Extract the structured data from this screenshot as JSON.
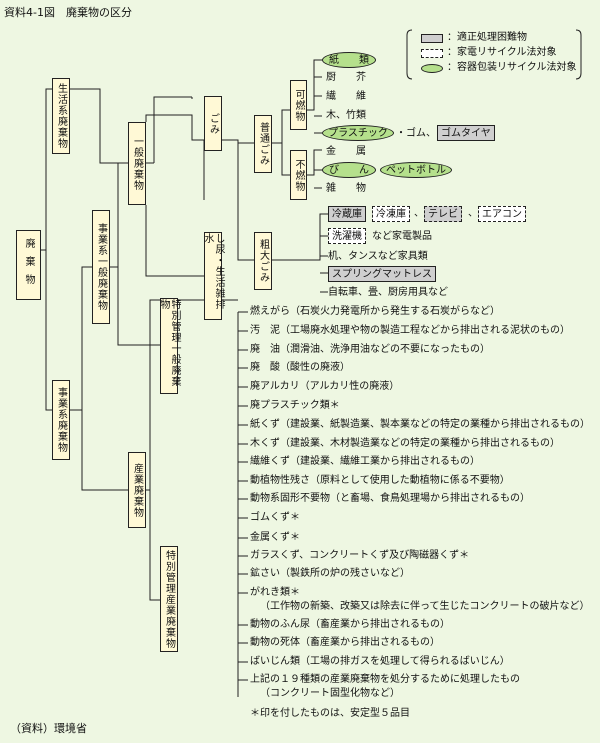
{
  "title": "資料4-1図　廃棄物の区分",
  "source": "（資料）環境省",
  "legend": {
    "gray": "：適正処理困難物",
    "dashed": "：家電リサイクル法対象",
    "oval": "：容器包装リサイクル法対象"
  },
  "boxes": {
    "haikibutsu": "廃棄物",
    "seikatsu": "生活系廃棄物",
    "jigyokei_ippan": "事業系一般廃棄物",
    "jigyokei": "事業系廃棄物",
    "ippan": "一般廃棄物",
    "tokubetsu_ippan": "特別管理一般廃棄物",
    "sangyo": "産業廃棄物",
    "tokubetsu_sangyo": "特別管理産業廃棄物",
    "gomi": "ごみ",
    "shinyo": "し尿・生活雑排水",
    "futsu": "普通ごみ",
    "sodai": "粗大ごみ",
    "kanen": "可燃物",
    "funen": "不燃物"
  },
  "kanen_items": {
    "kami": "紙　　類",
    "chukai": "厨　　芥",
    "seni": "繊　　維",
    "ki": "木、竹類",
    "plastic": "プラスチック",
    "gomu": "・ゴム、",
    "tire": "ゴムタイヤ"
  },
  "funen_items": {
    "kinzoku": "金　　属",
    "bin": "び　　ん",
    "pet": "ペットボトル",
    "zatsu": "雑　　物"
  },
  "sodai_items": {
    "reizou": "冷蔵庫",
    "reitou": "冷凍庫",
    "comma": "、",
    "tv": "テレビ",
    "comma2": "、",
    "aircon": "エアコン",
    "sentaku": "洗濯機",
    "kaden": "など家電製品",
    "tsukue": "机、タンスなど家具類",
    "spring": "スプリングマットレス",
    "jitensha": "自転車、畳、厨房用具など"
  },
  "industrial": [
    "燃えがら（石炭火力発電所から発生する石炭がらなど）",
    "汚　泥（工場廃水処理や物の製造工程などから排出される泥状のもの）",
    "廃　油（潤滑油、洗浄用油などの不要になったもの）",
    "廃　酸（酸性の廃液）",
    "廃アルカリ（アルカリ性の廃液）",
    "廃プラスチック類＊",
    "紙くず（建設業、紙製造業、製本業などの特定の業種から排出されるもの）",
    "木くず（建設業、木材製造業などの特定の業種から排出されるもの）",
    "繊維くず（建設業、繊維工業から排出されるもの）",
    "動植物性残さ（原料として使用した動植物に係る不要物）",
    "動物系固形不要物（と畜場、食鳥処理場から排出されるもの）",
    "ゴムくず＊",
    "金属くず＊",
    "ガラスくず、コンクリートくず及び陶磁器くず＊",
    "鉱さい（製鉄所の炉の残さいなど）",
    "がれき類＊",
    "動物のふん尿（畜産業から排出されるもの）",
    "動物の死体（畜産業から排出されるもの）",
    "ばいじん類（工場の排ガスを処理して得られるばいじん）",
    "上記の１９種類の産業廃棄物を処分するために処理したもの"
  ],
  "industrial_sub": {
    "gareki": "（工作物の新築、改築又は除去に伴って生じたコンクリートの破片など）",
    "jouki": "（コンクリート固型化物など）"
  },
  "note": "＊印を付したものは、安定型５品目"
}
